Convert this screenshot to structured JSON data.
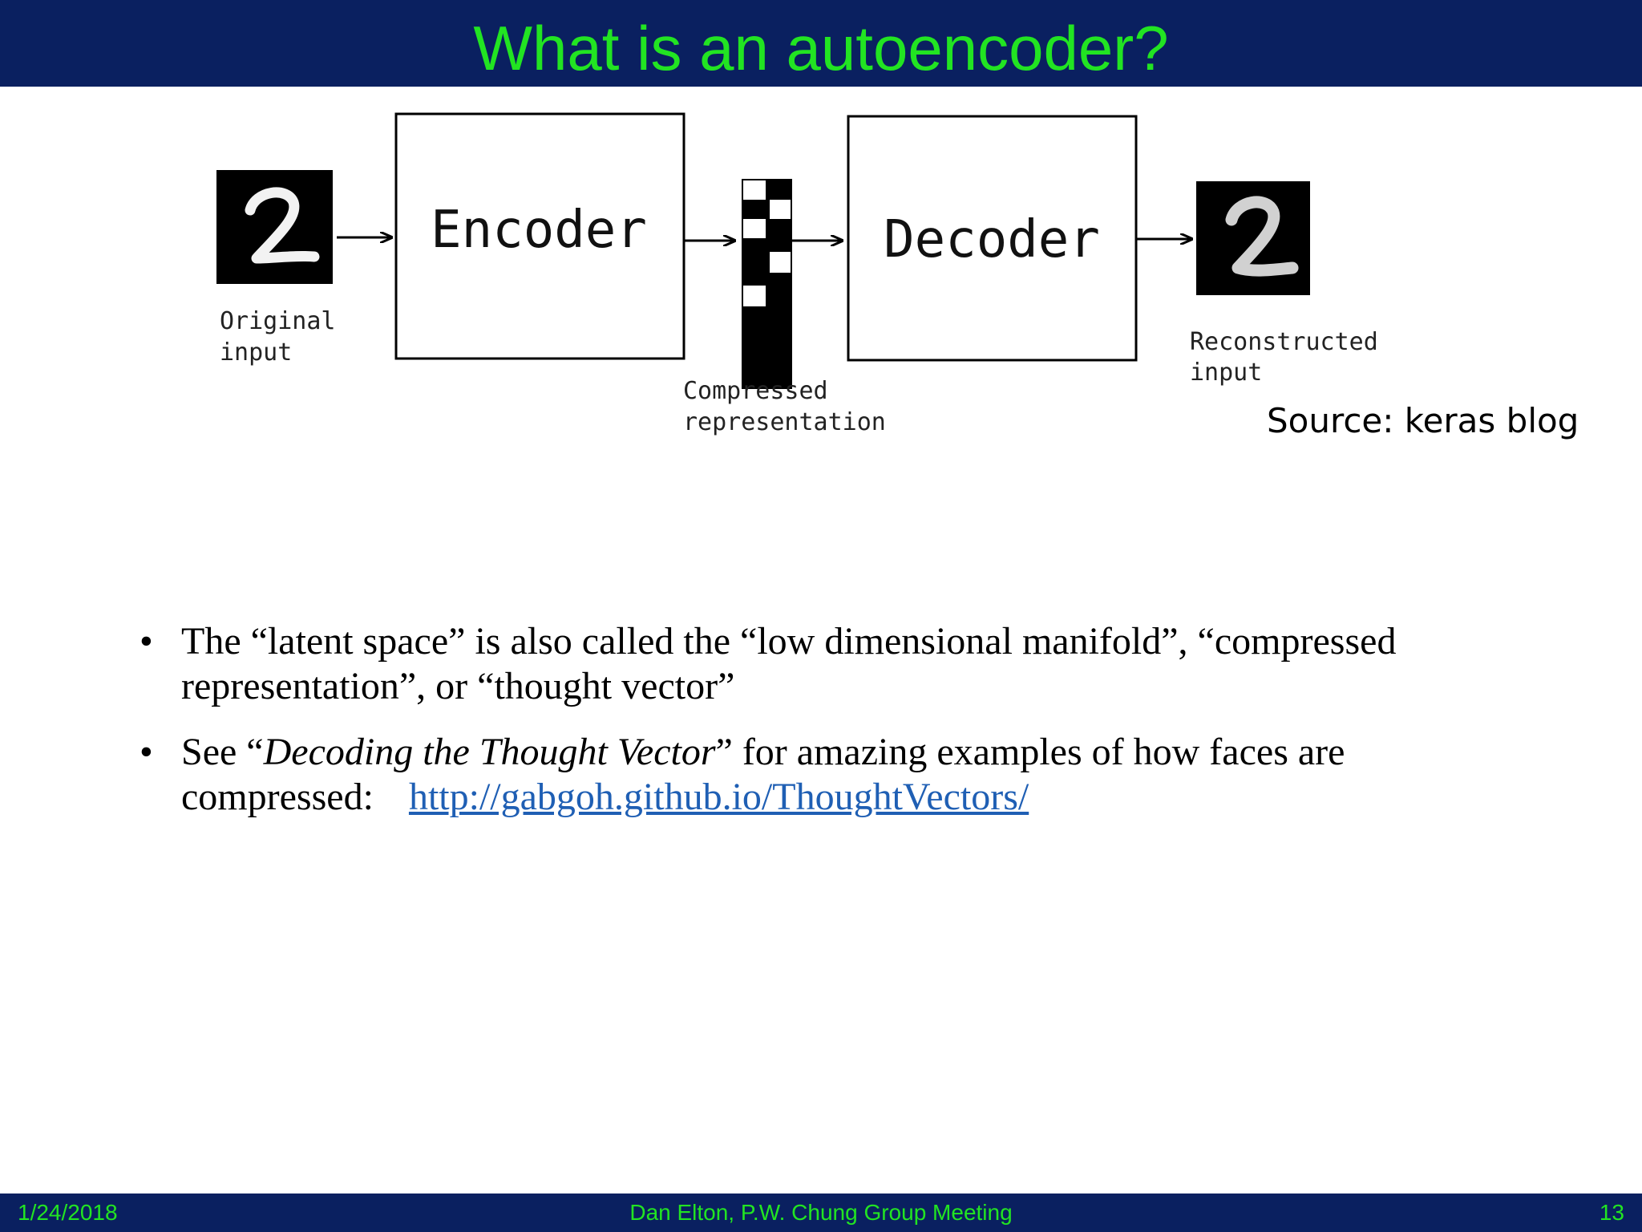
{
  "slide": {
    "title": "What is an autoencoder?"
  },
  "diagram": {
    "encoder_label": "Encoder",
    "decoder_label": "Decoder",
    "original_label_line1": "Original",
    "original_label_line2": "input",
    "compressed_label_line1": "Compressed",
    "compressed_label_line2": "representation",
    "reconstructed_label_line1": "Reconstructed",
    "reconstructed_label_line2": "input",
    "source": "Source: keras blog"
  },
  "bullets": {
    "item1": "The “latent space” is also called the “low dimensional manifold”, “compressed representation”, or “thought vector”",
    "item2_prefix": "See “",
    "item2_italic": "Decoding the Thought Vector",
    "item2_suffix": "” for amazing examples of how faces are compressed:",
    "item2_link": "http://gabgoh.github.io/ThoughtVectors/"
  },
  "footer": {
    "date": "1/24/2018",
    "center": "Dan Elton, P.W. Chung Group Meeting",
    "page": "13"
  },
  "colors": {
    "bar_background": "#0a2060",
    "title_green": "#22e422",
    "link_blue": "#1f5fb4"
  }
}
